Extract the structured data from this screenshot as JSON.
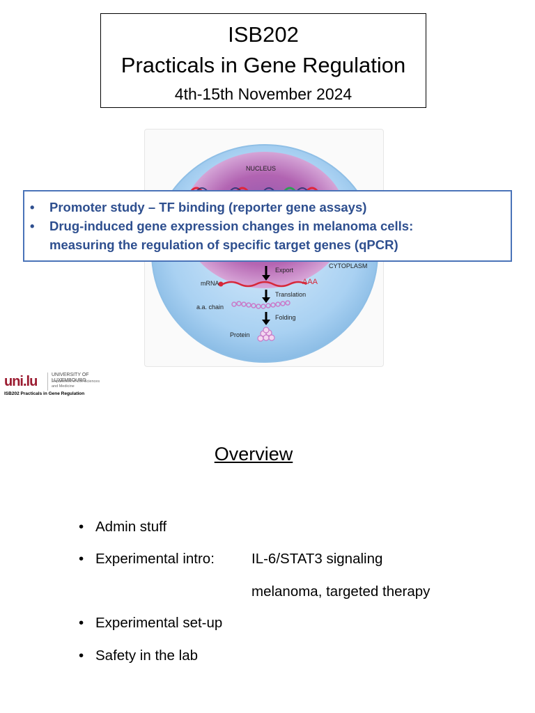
{
  "slide1": {
    "title": {
      "code": "ISB202",
      "name": "Practicals in Gene Regulation",
      "dates": "4th-15th November 2024"
    },
    "figure": {
      "labels": {
        "nucleus": "NUCLEUS",
        "cytoplasm": "CYTOPLASM",
        "export": "Export",
        "mrna": "mRNA",
        "polya": "AAA",
        "translation": "Translation",
        "aa_chain": "a.a. chain",
        "folding": "Folding",
        "protein": "Protein"
      }
    },
    "callout": {
      "item1": "Promoter study – TF binding (reporter gene assays)",
      "item2_line1": "Drug-induced gene expression changes in melanoma cells:",
      "item2_line2": "measuring the regulation of specific target genes (qPCR)"
    },
    "bullet": "•"
  },
  "slide2": {
    "logo": {
      "mark": "uni.lu",
      "university": "UNIVERSITY OF LUXEMBOURG",
      "department_line1": "Department of Life Sciences",
      "department_line2": "and Medicine",
      "course": "ISB202  Practicals in Gene Regulation"
    },
    "overview_title": "Overview",
    "items": [
      {
        "label": "Admin stuff"
      },
      {
        "label": "Experimental intro:",
        "details": [
          "IL-6/STAT3 signaling",
          "melanoma, targeted therapy"
        ]
      },
      {
        "label": "Experimental set-up"
      },
      {
        "label": "Safety in the lab"
      }
    ]
  },
  "colors": {
    "callout_border": "#4a73b8",
    "callout_text": "#2e4f8f",
    "mrna": "#d62839",
    "logo": "#9b1b30"
  }
}
